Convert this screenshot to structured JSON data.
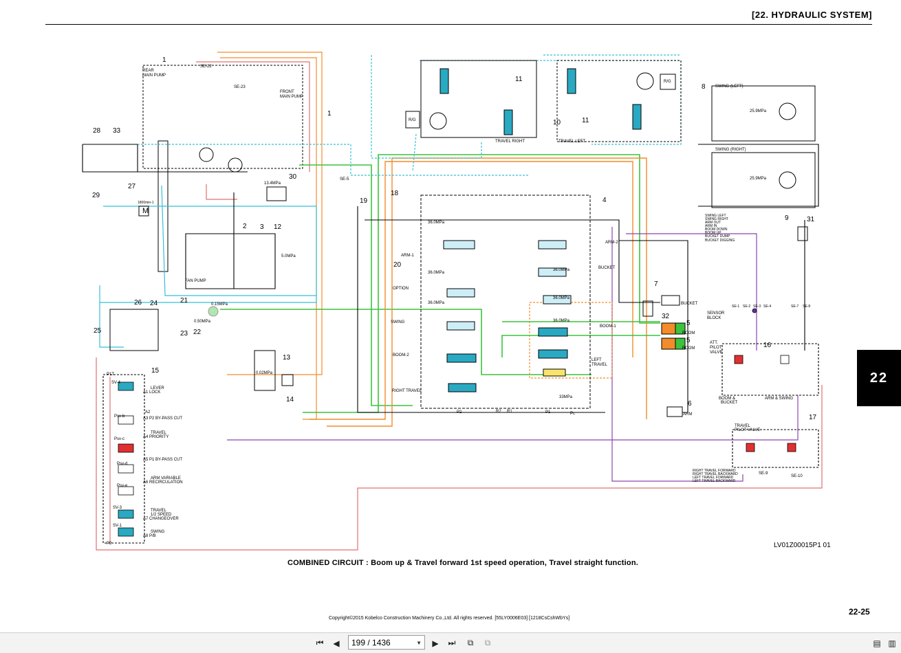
{
  "header": {
    "section_title": "[22.  HYDRAULIC SYSTEM]"
  },
  "side_tab": "22",
  "caption": "COMBINED CIRCUIT : Boom up & Travel forward 1st speed operation, Travel straight function.",
  "drawing_code": "LV01Z00015P1  01",
  "page_number": "22-25",
  "copyright": "Copyright©2015 Kobelco Construction Machinery Co.,Ltd. All rights reserved. [55LY0006E03] [1218CsCshWbYs]",
  "diagram": {
    "labels": {
      "rear_pump": "REAR",
      "rear_pump2": "MAIN PUMP",
      "front_pump": "FRONT",
      "front_pump2": "MAIN PUMP",
      "se22": "SE-22",
      "se23": "SE-23",
      "se5": "SE-5",
      "motor": "M",
      "motor_speed": "1800min-1",
      "fan_pump": "FAN PUMP",
      "pressure_134": "13.4MPa",
      "pressure_50": "5.0MPa",
      "arm1": "ARM-1",
      "option": "OPTION",
      "swing": "SWING",
      "boom2": "BOOM-2",
      "right_travel": "RIGHT TRAVEL",
      "arm2": "ARM-2",
      "bucket_ctrl": "BUCKET",
      "boom1": "BOOM-1",
      "left_travel": "LEFT",
      "left_travel2": "TRAVEL",
      "travel_right": "TRAVEL RIGHT",
      "travel_left": "TRAVEL LEFT",
      "rg": "R/G",
      "swing_left": "SWING (LEFT)",
      "swing_right": "SWING (RIGHT)",
      "pressure_259a": "25.9MPa",
      "pressure_259b": "25.9MPa",
      "pressure_360a": "36.0MPa",
      "pressure_360b": "36.0MPa",
      "pressure_360c": "36.0MPa",
      "pressure_360d": "36.0MPa",
      "pressure_360e": "36.0MPa",
      "pressure_360f": "36.0MPa",
      "pressure_33": "33MPa",
      "pressure_015": "0.15MPa",
      "pressure_050": "0.50MPa",
      "pressure_002": "0.02MPa",
      "sensor_block": "SENSOR",
      "sensor_block2": "BLOCK",
      "att_pilot": "ATT.",
      "att_pilot2": "PILOT",
      "att_pilot3": "VALVE",
      "boom_bucket": "BOOM &",
      "boom_bucket2": "BUCKET",
      "arm_swing": "ARM & SWING",
      "travel_pilot": "TRAVEL",
      "travel_pilot2": "PILOT VALVE",
      "bucket_cyl": "BUCKET",
      "boom_cyl_a": "BOOM",
      "boom_cyl_b": "BOOM",
      "arm_cyl": "ARM",
      "lever_lock": "LEVER",
      "lever_lock2": "A1 LOCK",
      "p2_bypass": "A3 P2 BY-PASS CUT",
      "travel_priority": "TRAVEL",
      "travel_priority2": "A4 PRIORITY",
      "p1_bypass": "A5 P1 BY-PASS CUT",
      "arm_var": "ARM VARIABLE",
      "arm_var2": "A6 RECIRCULATION",
      "travel_speed": "TRAVEL",
      "travel_speed2": "1/2 SPEED",
      "travel_speed3": "A7 CHANGEOVER",
      "swing_pb": "SWING",
      "swing_pb2": "A8 P/B",
      "se9": "SE-9",
      "se10": "SE-10",
      "sv4": "SV-4",
      "sv3": "SV-3",
      "sv1": "SV-1",
      "psvb": "Psv-b",
      "psvc": "Psv-c",
      "psvd": "Psv-d",
      "psve": "Psv-e",
      "a2": "A2",
      "p1t": "P1T",
      "p2": "P2",
      "p1": "P1",
      "pc": "Pc",
      "r1": "R1",
      "r2": "R2"
    },
    "signal_lines": [
      "SWING LEFT",
      "SWING RIGHT",
      "ARM OUT",
      "ARM IN",
      "BOOM DOWN",
      "BOOM UP",
      "BUCKET DUMP",
      "BUCKET DIGGING"
    ],
    "travel_signals": [
      "RIGHT TRAVEL FORWARD",
      "RIGHT TRAVEL BACKWARD",
      "LEFT TRAVEL FORWARD",
      "LEFT TRAVEL BACKWARD"
    ],
    "sensors": [
      "SE-1",
      "SE-2",
      "SE-3",
      "SE-4",
      "SE-7",
      "SE-8"
    ],
    "callouts": [
      "1",
      "1",
      "2",
      "3",
      "4",
      "5",
      "5",
      "6",
      "7",
      "8",
      "9",
      "10",
      "11",
      "11",
      "12",
      "13",
      "14",
      "15",
      "16",
      "17",
      "18",
      "19",
      "20",
      "21",
      "22",
      "23",
      "24",
      "25",
      "26",
      "27",
      "28",
      "29",
      "30",
      "31",
      "32",
      "33"
    ]
  },
  "toolbar": {
    "page_value": "199 / 1436",
    "first_icon": "first-page-icon",
    "prev_icon": "prev-page-icon",
    "next_icon": "next-page-icon",
    "last_icon": "last-page-icon"
  }
}
